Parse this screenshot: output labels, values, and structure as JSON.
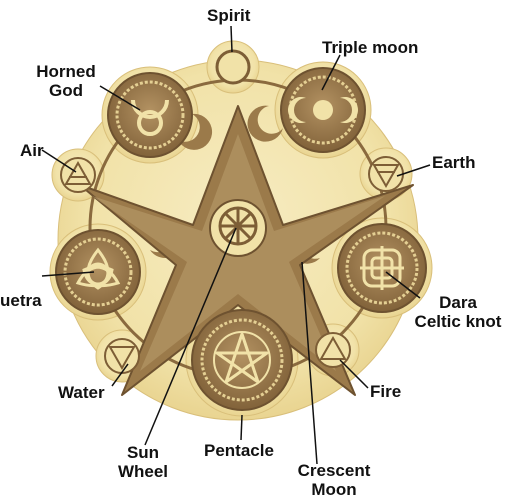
{
  "labels": {
    "spirit": "Spirit",
    "horned_god_1": "Horned",
    "horned_god_2": "God",
    "triple_moon": "Triple moon",
    "air": "Air",
    "earth": "Earth",
    "triquetra": "uetra",
    "dara_1": "Dara",
    "dara_2": "Celtic knot",
    "water": "Water",
    "fire": "Fire",
    "sun_wheel_1": "Sun",
    "sun_wheel_2": "Wheel",
    "pentacle": "Pentacle",
    "crescent_moon_1": "Crescent",
    "crescent_moon_2": "Moon"
  },
  "colors": {
    "wood_light": "#f1e2a8",
    "wood_dark": "#8a6a3e",
    "engrave": "#9b7a4a",
    "line": "#111111"
  },
  "symbols": [
    "horned-god",
    "triple-moon",
    "triquetra",
    "dara-knot",
    "pentacle",
    "sun-wheel",
    "air-triangle",
    "earth-triangle",
    "water-triangle",
    "fire-triangle",
    "spirit-circle"
  ]
}
